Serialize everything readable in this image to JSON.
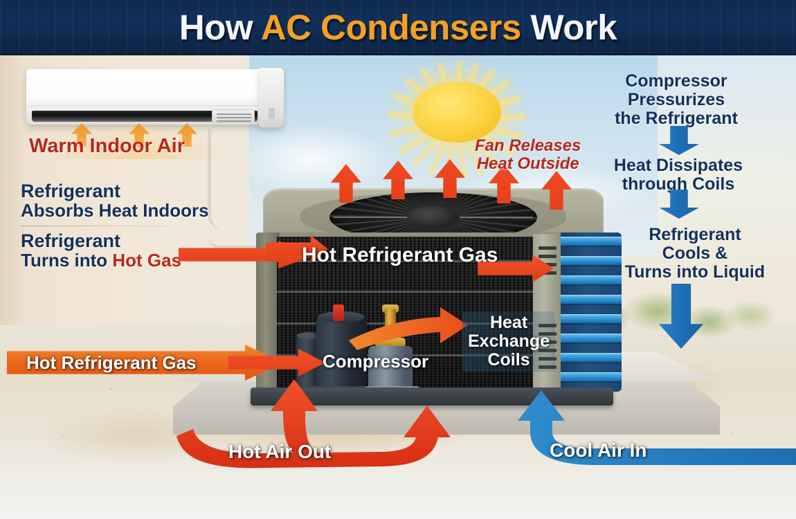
{
  "header": {
    "title_part1": "How ",
    "title_part2": "AC Condensers",
    "title_part3": " Work",
    "bg_color": "#10305a",
    "accent_color": "#f5a024"
  },
  "left_column": {
    "warm_indoor_air": "Warm Indoor Air",
    "refrigerant_absorbs_line1": "Refrigerant",
    "refrigerant_absorbs_line2": "Absorbs Heat Indoors",
    "refrigerant_hotgas_line1": "Refrigerant",
    "refrigerant_hotgas_line2_prefix": "Turns into ",
    "refrigerant_hotgas_line2_accent": "Hot Gas",
    "hot_refrigerant_gas_banner": "Hot Refrigerant Gas"
  },
  "center": {
    "fan_releases_line1": "Fan Releases",
    "fan_releases_line2": "Heat Outside",
    "hot_refrigerant_gas": "Hot Refrigerant Gas",
    "compressor": "Compressor",
    "heat_exchange_line1": "Heat",
    "heat_exchange_line2": "Exchange",
    "heat_exchange_line3": "Coils",
    "hot_air_out": "Hot Air Out",
    "cool_air_in": "Cool Air In"
  },
  "right_column": {
    "step1_line1": "Compressor",
    "step1_line2": "Pressurizes",
    "step1_line3": "the Refrigerant",
    "step2_line1": "Heat Dissipates",
    "step2_line2": "through Coils",
    "step3_line1": "Refrigerant",
    "step3_line2": "Cools &",
    "step3_line3": "Turns into Liquid"
  },
  "colors": {
    "navy_text": "#15305c",
    "red_text": "#b8281b",
    "orange_arrow": "#ec6c1e",
    "red_arrow": "#e5401a",
    "blue_arrow": "#1f73b8",
    "coil_blue": "#3b9ddb"
  },
  "icons": {
    "sun": "sun-icon",
    "fan": "fan-grille-icon",
    "up_arrow": "up-arrow-icon",
    "down_arrow": "down-arrow-icon",
    "right_arrow": "right-arrow-icon"
  }
}
